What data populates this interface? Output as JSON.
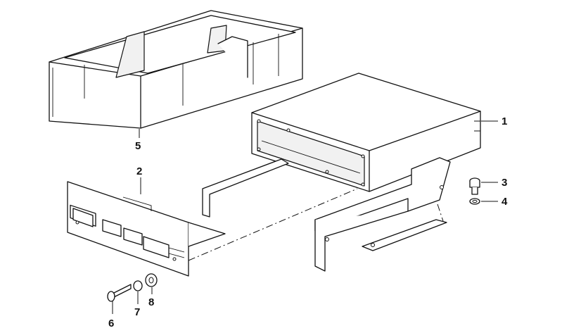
{
  "diagram": {
    "callouts": [
      {
        "id": "callout-1",
        "text": "1"
      },
      {
        "id": "callout-2",
        "text": "2"
      },
      {
        "id": "callout-3",
        "text": "3"
      },
      {
        "id": "callout-4",
        "text": "4"
      },
      {
        "id": "callout-5",
        "text": "5"
      },
      {
        "id": "callout-6",
        "text": "6"
      },
      {
        "id": "callout-7",
        "text": "7"
      },
      {
        "id": "callout-8",
        "text": "8"
      }
    ]
  },
  "colors": {
    "line": "#111111",
    "background": "#ffffff"
  }
}
